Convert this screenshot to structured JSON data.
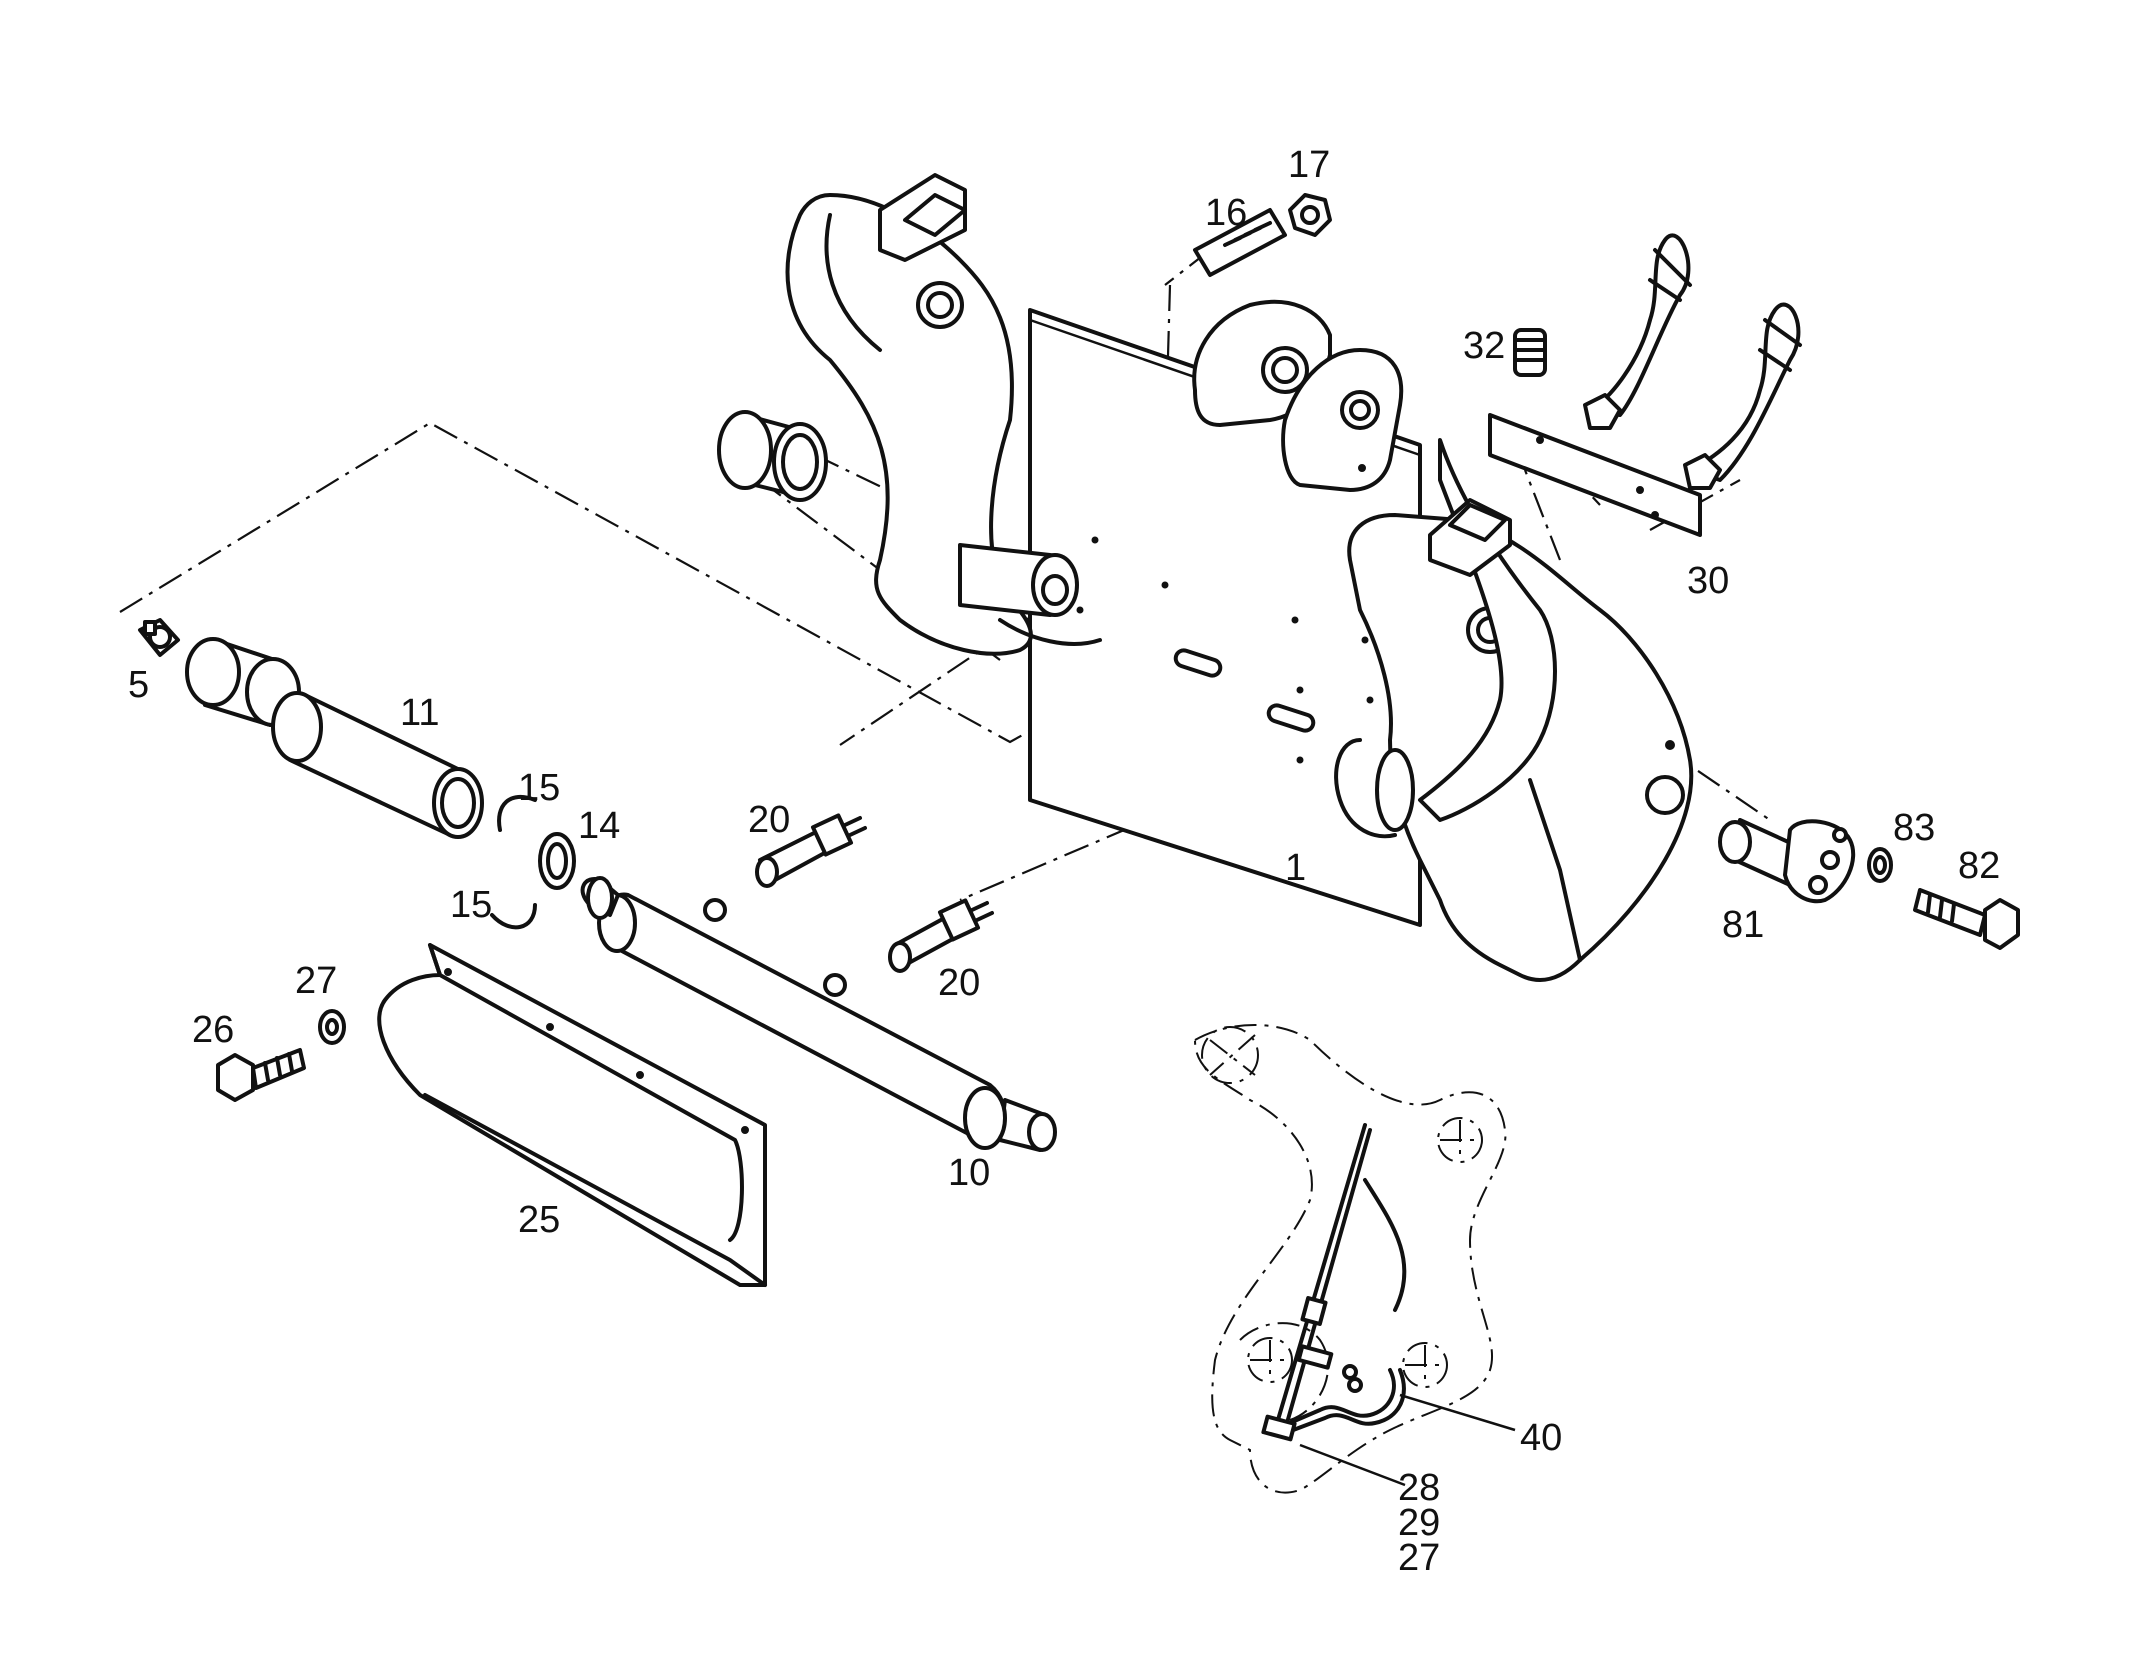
{
  "labels": {
    "p1": "1",
    "p5": "5",
    "p10": "10",
    "p11": "11",
    "p14": "14",
    "p15a": "15",
    "p15b": "15",
    "p16": "16",
    "p17": "17",
    "p20a": "20",
    "p20b": "20",
    "p25": "25",
    "p26": "26",
    "p27": "27",
    "p30": "30",
    "p32": "32",
    "p40": "40",
    "p81": "81",
    "p82": "82",
    "p83": "83",
    "p28": "28",
    "p29": "29",
    "p27b": "27"
  }
}
